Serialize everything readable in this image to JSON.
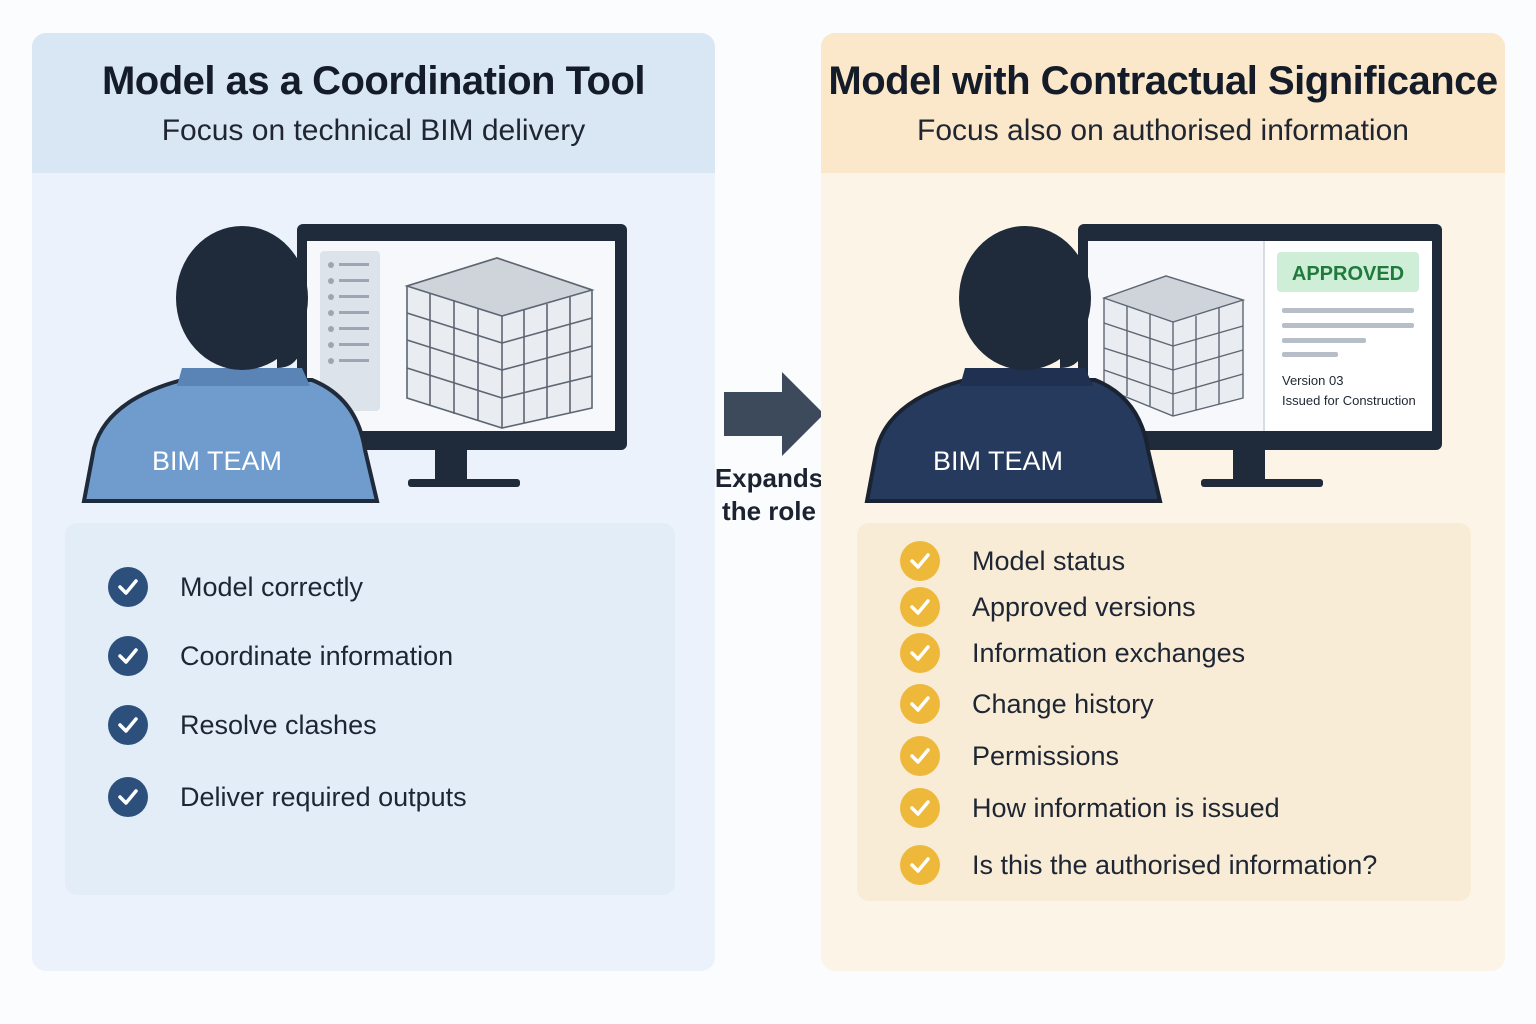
{
  "left_panel": {
    "title": "Model as a Coordination Tool",
    "subtitle": "Focus on technical BIM delivery",
    "person_label": "BIM TEAM",
    "items": [
      "Model correctly",
      "Coordinate information",
      "Resolve clashes",
      "Deliver required outputs"
    ],
    "accent_color": "#2d4f7b"
  },
  "right_panel": {
    "title": "Model with Contractual Significance",
    "subtitle": "Focus also on authorised information",
    "person_label": "BIM TEAM",
    "status_badge": "APPROVED",
    "version": "Version 03",
    "issue_status": "Issued for Construction",
    "items": [
      "Model status",
      "Approved versions",
      "Information exchanges",
      "Change history",
      "Permissions",
      "How information is issued",
      "Is this the authorised information?"
    ],
    "accent_color": "#eeb93a"
  },
  "transition": {
    "label_line1": "Expands",
    "label_line2": "the role",
    "arrow_icon": "right-arrow-icon"
  }
}
